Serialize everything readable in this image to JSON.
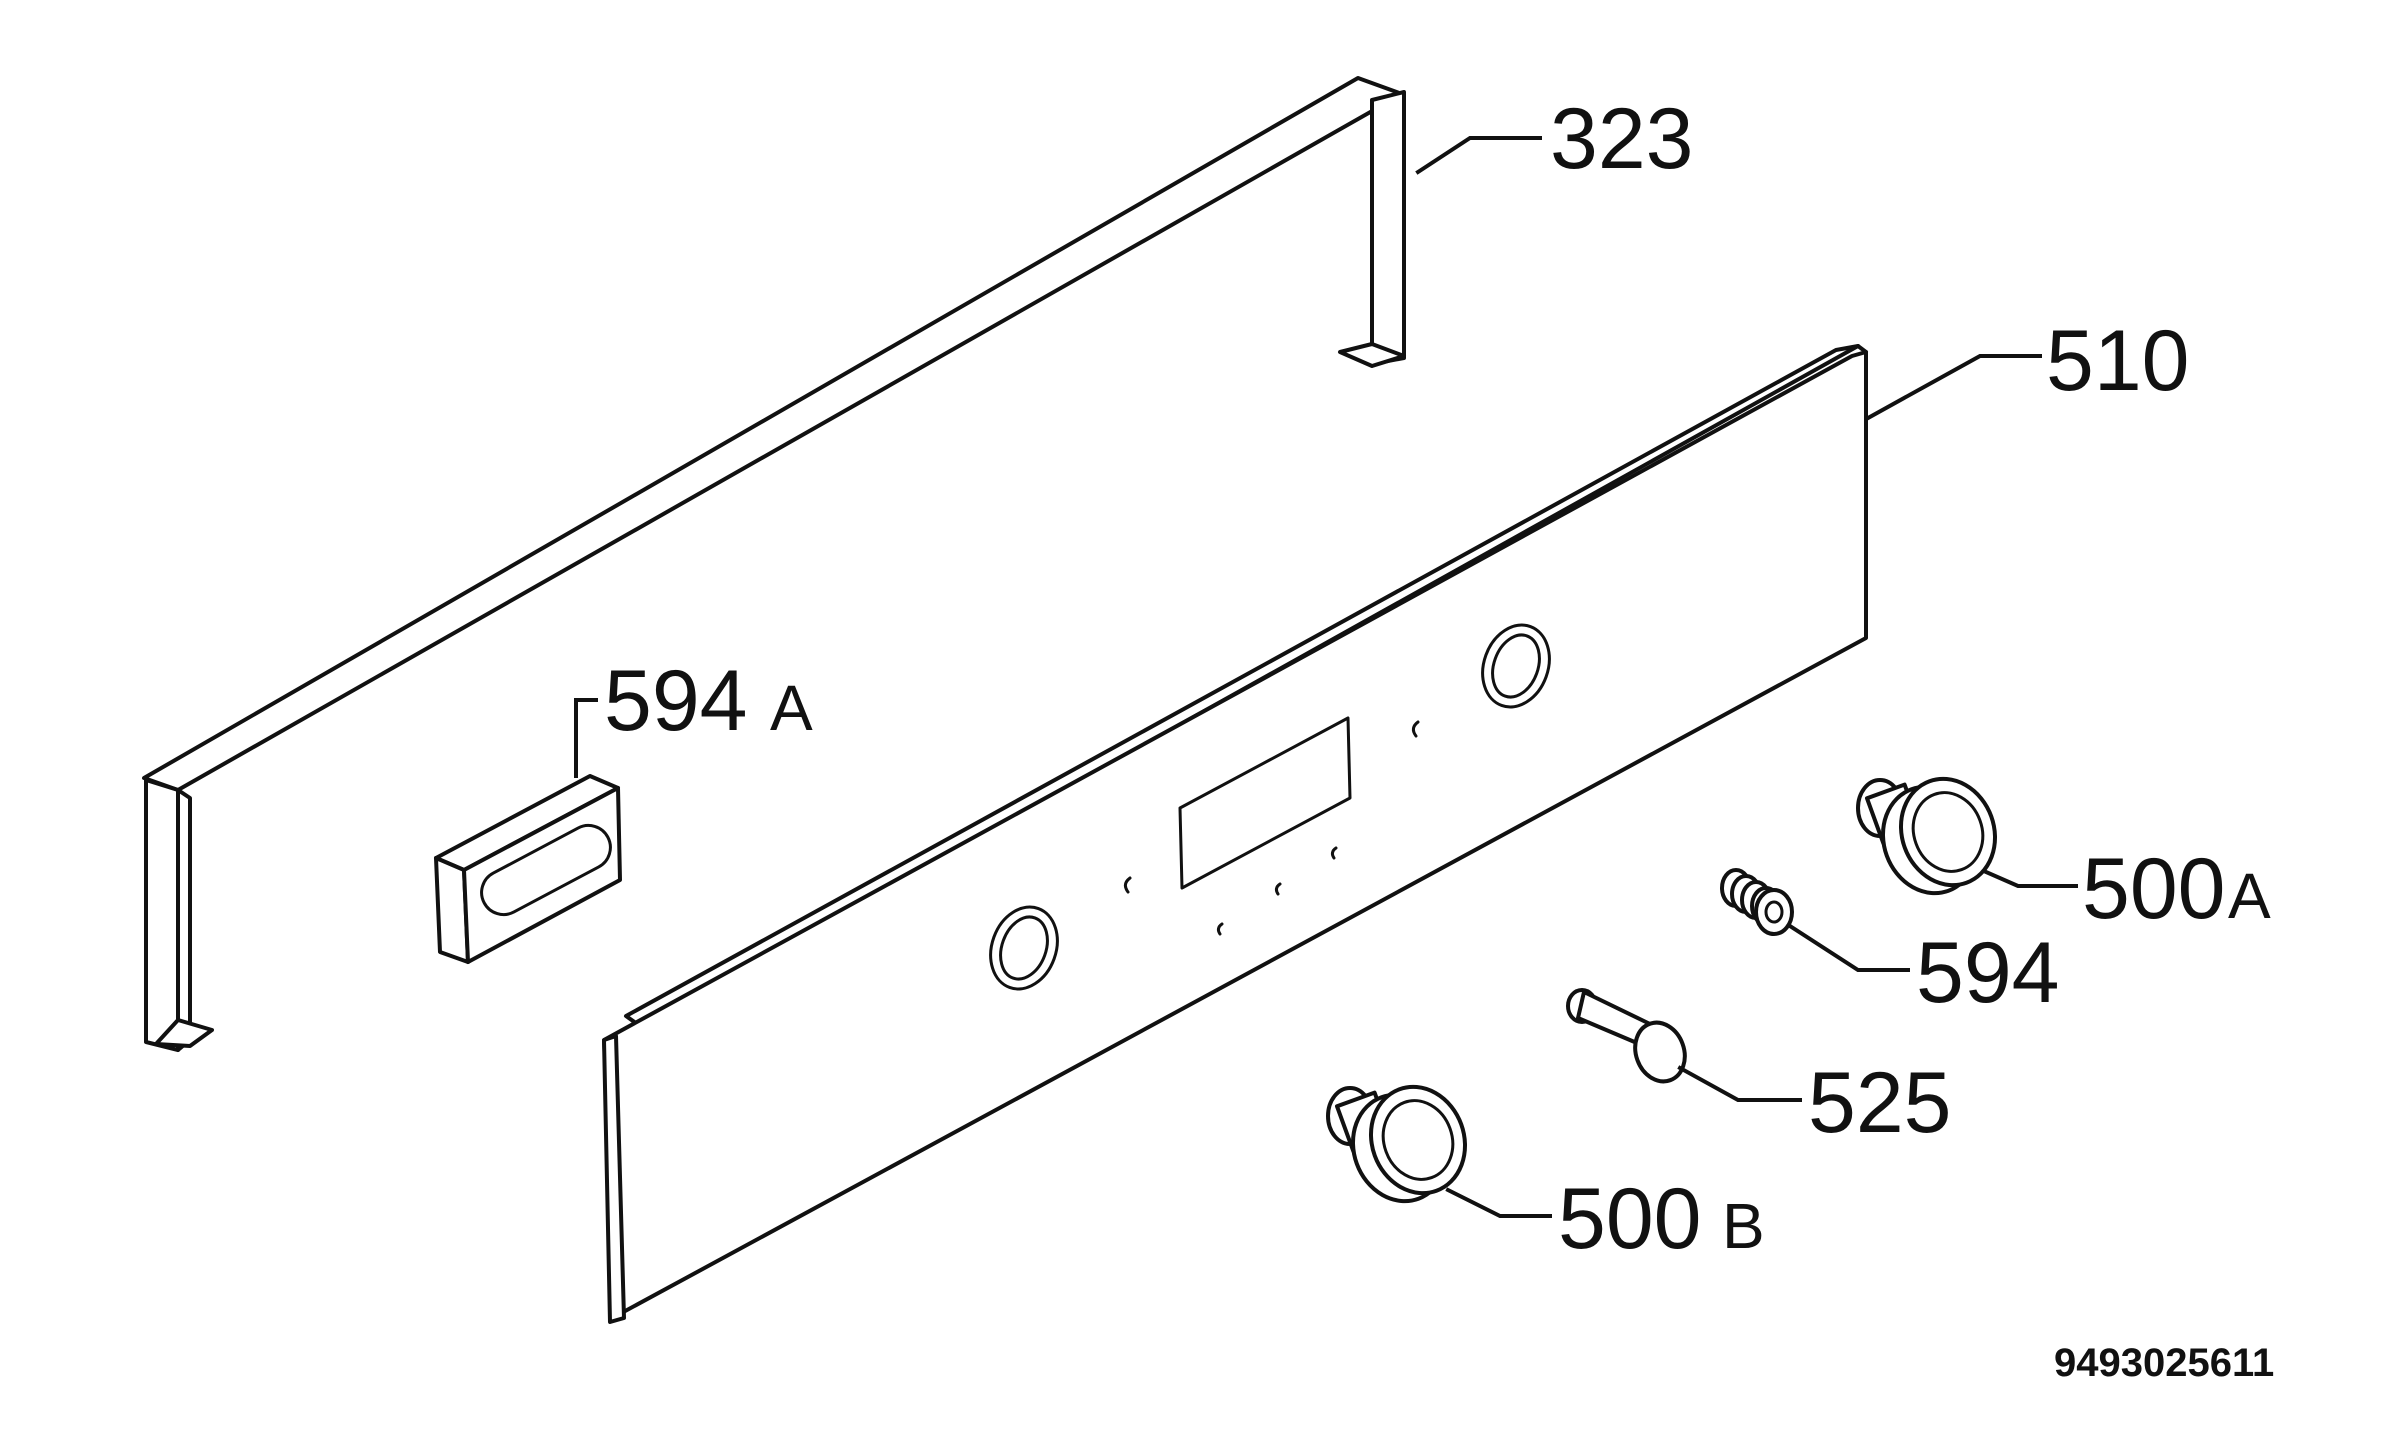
{
  "callouts": {
    "frame": "323",
    "panel": "510",
    "clip": "594",
    "clip_suffix": "A",
    "knob_a": "500",
    "knob_a_suffix": "A",
    "spring": "594",
    "shaft": "525",
    "knob_b": "500",
    "knob_b_suffix": "B"
  },
  "diagram_id": "9493025611"
}
